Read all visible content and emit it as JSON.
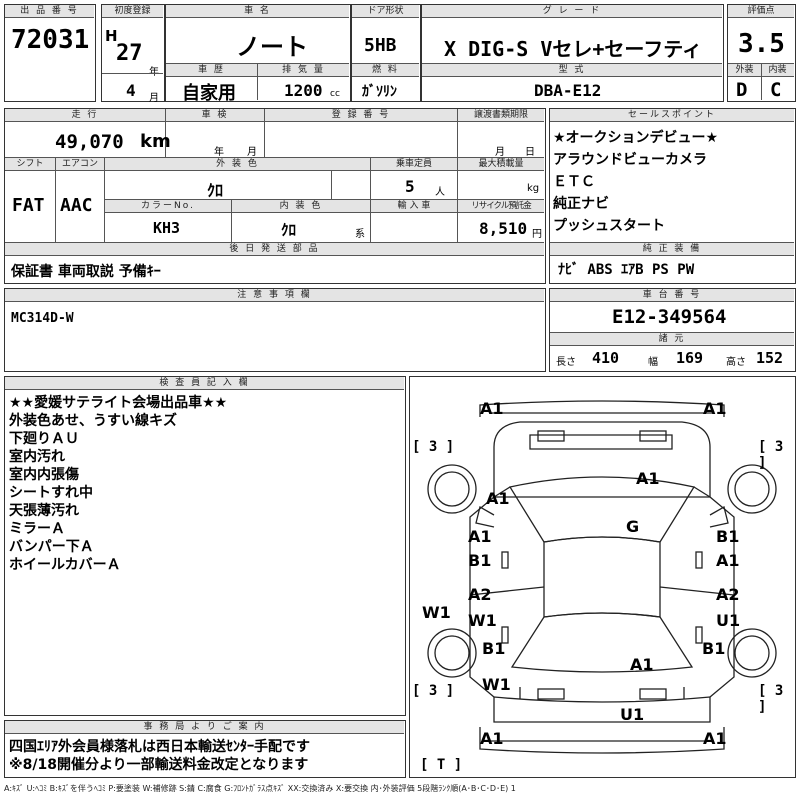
{
  "header": {
    "lot_no_label": "出 品 番 号",
    "lot_no": "72031",
    "first_reg_label": "初度登録",
    "era": "H",
    "year": "27",
    "year_unit": "年",
    "month": "4",
    "month_unit": "月",
    "car_name_label": "車 名",
    "car_name": "ノート",
    "door_label": "ドア形状",
    "door": "5HB",
    "grade_label": "グ レ ー ド",
    "grade": "X DIG-S Vセレ+セーフティ",
    "score_label": "評価点",
    "score": "3.5",
    "ext_label": "外装",
    "ext": "D",
    "int_label": "内装",
    "int": "C",
    "history_label": "車 歴",
    "history": "自家用",
    "displacement_label": "排 気 量",
    "displacement": "1200",
    "displacement_unit": "cc",
    "fuel_label": "燃 料",
    "fuel": "ｶﾞｿﾘﾝ",
    "model_label": "型 式",
    "model": "DBA-E12"
  },
  "middle": {
    "mileage_label": "走 行",
    "mileage": "49,070",
    "mileage_unit": "km",
    "inspection_label": "車 検",
    "insp_year": "年",
    "insp_month": "月",
    "reg_no_label": "登 録 番 号",
    "transfer_label": "譲渡書類期限",
    "tr_month": "月",
    "tr_day": "日",
    "shift_label": "シフト",
    "shift": "FAT",
    "ac_label": "エアコン",
    "ac": "AAC",
    "ext_color_label": "外 装 色",
    "ext_color": "ｸﾛ",
    "capacity_label": "乗車定員",
    "capacity": "5",
    "capacity_unit": "人",
    "max_load_label": "最大積載量",
    "max_load_unit": "kg",
    "color_no_label": "カラーNo.",
    "color_no": "KH3",
    "int_color_label": "内 装 色",
    "int_color": "ｸﾛ",
    "int_color_unit": "系",
    "import_label": "輸 入 車",
    "recycle_label": "リサイクル預託金",
    "recycle": "8,510",
    "recycle_unit": "円",
    "later_parts_label": "後 日 発 送 部 品",
    "later_parts": "保証書 車両取説 予備ｷｰ"
  },
  "sales_points": {
    "label": "セールスポイント",
    "items": [
      "★オークションデビュー★",
      "アラウンドビューカメラ",
      "ＥＴＣ",
      "純正ナビ",
      "プッシュスタート"
    ]
  },
  "equipment": {
    "label": "純 正 装 備",
    "value": "ﾅﾋﾞ ABS ｴｱB PS PW"
  },
  "notes": {
    "label": "注 意 事 項 欄",
    "value": "MC314D-W"
  },
  "chassis": {
    "label": "車 台 番 号",
    "value": "E12-349564"
  },
  "dims": {
    "label": "諸 元",
    "length_label": "長さ",
    "length": "410",
    "width_label": "幅",
    "width": "169",
    "height_label": "高さ",
    "height": "152"
  },
  "inspector": {
    "label": "検 査 員 記 入 欄",
    "lines": [
      "★★愛媛サテライト会場出品車★★",
      "外装色あせ、うすい線キズ",
      "下廻りＡＵ",
      "室内汚れ",
      "室内内張傷",
      "シートすれ中",
      "天張薄汚れ",
      "ミラーＡ",
      "バンパー下Ａ",
      "ホイールカバーＡ"
    ]
  },
  "diagram": {
    "marks": [
      "A1",
      "A1",
      "A1",
      "A1",
      "G",
      "A1",
      "B1",
      "B1",
      "A1",
      "A2",
      "A2",
      "W1",
      "U1",
      "W1",
      "B1",
      "B1",
      "A1",
      "W1",
      "U1",
      "A1",
      "A1"
    ],
    "brackets": [
      "[ 3 ]",
      "[ 3 ]",
      "[ 3 ]",
      "[ 3 ]",
      "[ T ]"
    ]
  },
  "office": {
    "label": "事 務 局 よ り ご 案 内",
    "lines": [
      "四国ｴﾘｱ外会員様落札は西日本輸送ｾﾝﾀｰ手配です",
      "※8/18開催分より一部輸送料金改定となります"
    ]
  },
  "legend": "A:ｷｽﾞ U:ﾍｺﾐ B:ｷｽﾞを伴うﾍｺﾐ P:要塗装 W:補修跡 S:錆 C:腐食 G:ﾌﾛﾝﾄｶﾞﾗｽ点ｷｽﾞ XX:交換済み X:要交換 内･外装評価 5段階ﾗﾝｸ順(A･B･C･D･E) 1"
}
